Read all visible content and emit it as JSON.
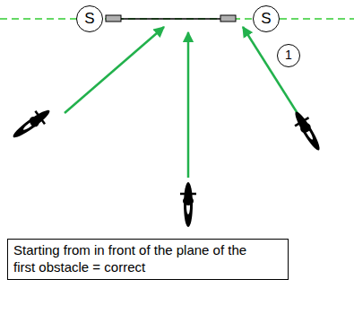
{
  "diagram": {
    "nodes": [
      {
        "text": [
          "S"
        ]
      },
      {
        "text": [
          "S"
        ]
      },
      {
        "text": [
          "1"
        ]
      },
      {
        "text": [
          "Starting from in front of the plane of the first obstacle = correct"
        ]
      }
    ]
  }
}
